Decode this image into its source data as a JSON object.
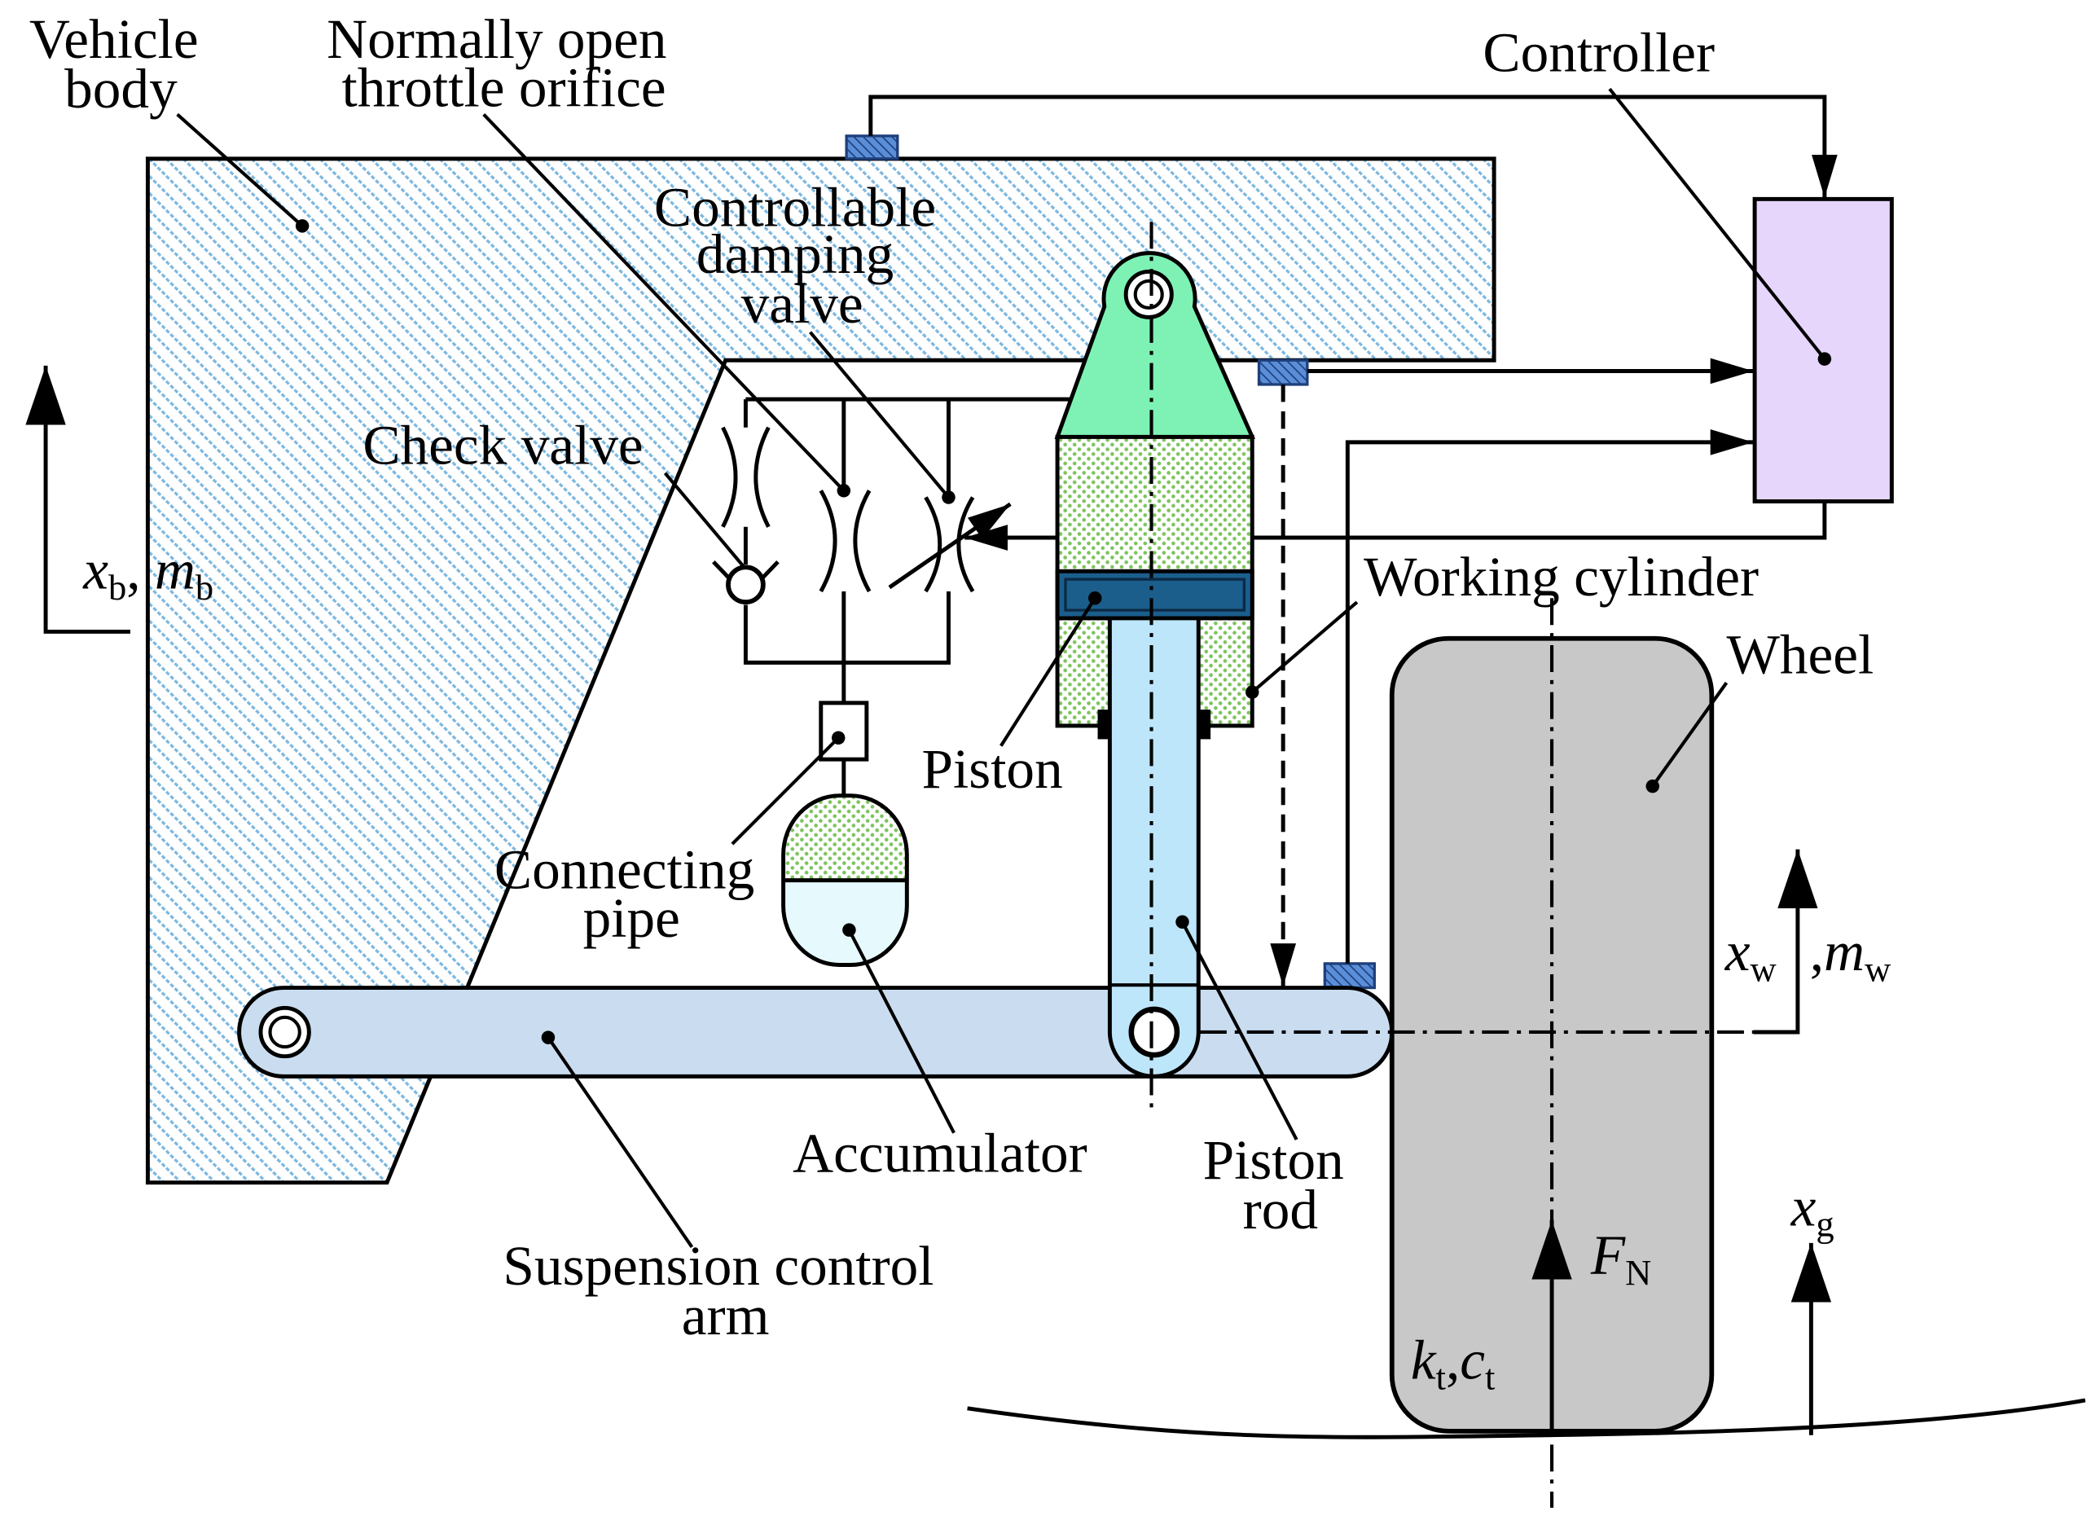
{
  "labels": {
    "vehicle_body": [
      "Vehicle",
      "body"
    ],
    "throttle_orifice": [
      "Normally open",
      "throttle orifice"
    ],
    "controller": "Controller",
    "damping_valve": [
      "Controllable",
      "damping",
      "valve"
    ],
    "check_valve": "Check valve",
    "working_cylinder": "Working cylinder",
    "wheel": "Wheel",
    "piston": "Piston",
    "connecting_pipe": [
      "Connecting",
      "pipe"
    ],
    "accumulator": "Accumulator",
    "piston_rod": [
      "Piston",
      "rod"
    ],
    "control_arm": [
      "Suspension control",
      "arm"
    ]
  },
  "symbols": {
    "body": [
      "x",
      "b",
      ", ",
      "m",
      "b"
    ],
    "wheel": [
      "x",
      "w",
      ",",
      "m",
      "w"
    ],
    "ground": [
      "x",
      "g"
    ],
    "force": [
      "F",
      "N"
    ],
    "tire": [
      "k",
      "t",
      ",",
      "c",
      "t"
    ]
  },
  "colors": {
    "body_hatch": "#7DB8E0",
    "sensor": "#5B8ED8",
    "controller": "#E6D6FB",
    "cylinder_cap": "#7EF2B4",
    "chamber_dots": "#7CC45C",
    "piston": "#1B5E8C",
    "piston_rod": "#BEE6FA",
    "control_arm": "#CADDF0",
    "accumulator_gas": "#E6FAFE",
    "wheel": "#C8C8C8"
  }
}
